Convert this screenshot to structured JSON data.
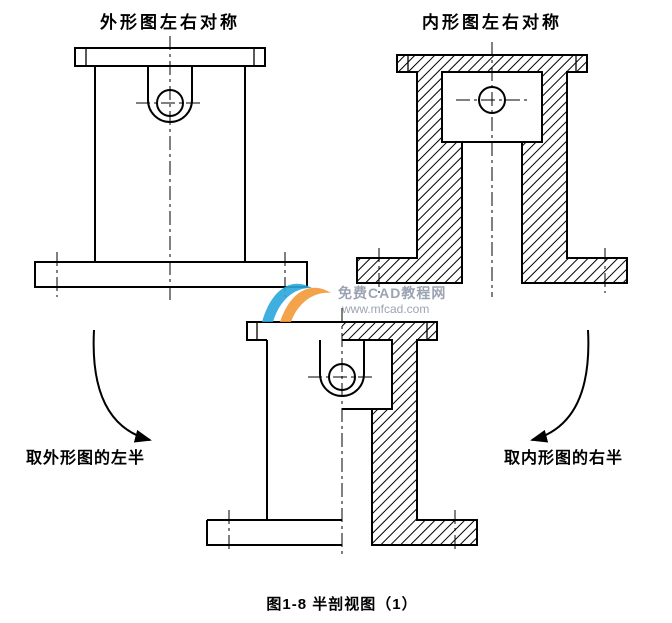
{
  "figure": {
    "title_external": "外形图左右对称",
    "title_internal": "内形图左右对称",
    "note_left": "取外形图的左半",
    "note_right": "取内形图的右半",
    "caption": "图1-8 半剖视图（1）",
    "line_color": "#000000",
    "background_color": "#ffffff"
  },
  "watermark": {
    "site_name": "免费CAD教程网",
    "site_url": "www.mfcad.com",
    "logo_color_blue": "#2ba7dd",
    "logo_color_orange": "#f29b38",
    "text_color": "#8a93a6"
  }
}
